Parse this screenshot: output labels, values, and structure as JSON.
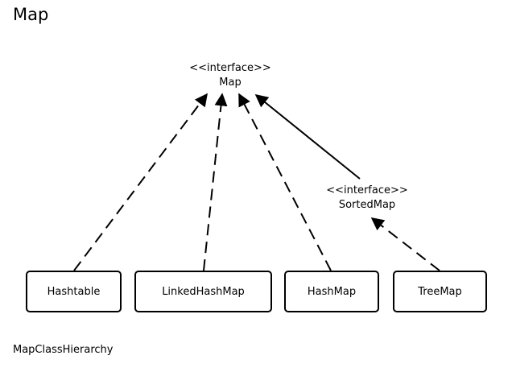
{
  "page": {
    "title": "Map",
    "caption": "MapClassHierarchy"
  },
  "diagram": {
    "interfaces": [
      {
        "id": "map",
        "stereotype": "<<interface>>",
        "name": "Map"
      },
      {
        "id": "sortedmap",
        "stereotype": "<<interface>>",
        "name": "SortedMap"
      }
    ],
    "classes": [
      {
        "id": "hashtable",
        "name": "Hashtable"
      },
      {
        "id": "linkedhashmap",
        "name": "LinkedHashMap"
      },
      {
        "id": "hashmap",
        "name": "HashMap"
      },
      {
        "id": "treemap",
        "name": "TreeMap"
      }
    ],
    "relations": [
      {
        "from": "Hashtable",
        "to": "Map",
        "style": "dashed"
      },
      {
        "from": "LinkedHashMap",
        "to": "Map",
        "style": "dashed"
      },
      {
        "from": "HashMap",
        "to": "Map",
        "style": "dashed"
      },
      {
        "from": "SortedMap",
        "to": "Map",
        "style": "solid"
      },
      {
        "from": "TreeMap",
        "to": "SortedMap",
        "style": "dashed"
      }
    ],
    "colors": {
      "line": "#000000",
      "box_border": "#000000",
      "background": "#ffffff"
    }
  }
}
